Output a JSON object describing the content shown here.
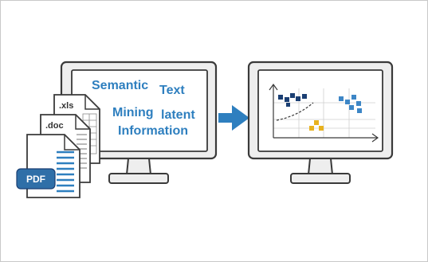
{
  "left_screen": {
    "words": [
      "Semantic",
      "Text",
      "Mining",
      "latent",
      "Information"
    ]
  },
  "documents": {
    "xls_label": ".xls",
    "doc_label": ".doc",
    "pdf_label": "PDF"
  },
  "colors": {
    "text_blue": "#2e7fbf",
    "arrow_blue": "#2e7fbf",
    "dark_navy": "#1b3f73",
    "mid_blue": "#3d86c6",
    "gold": "#e8b21f",
    "monitor_frame": "#eeeeee",
    "outline": "#3a3a3a"
  }
}
